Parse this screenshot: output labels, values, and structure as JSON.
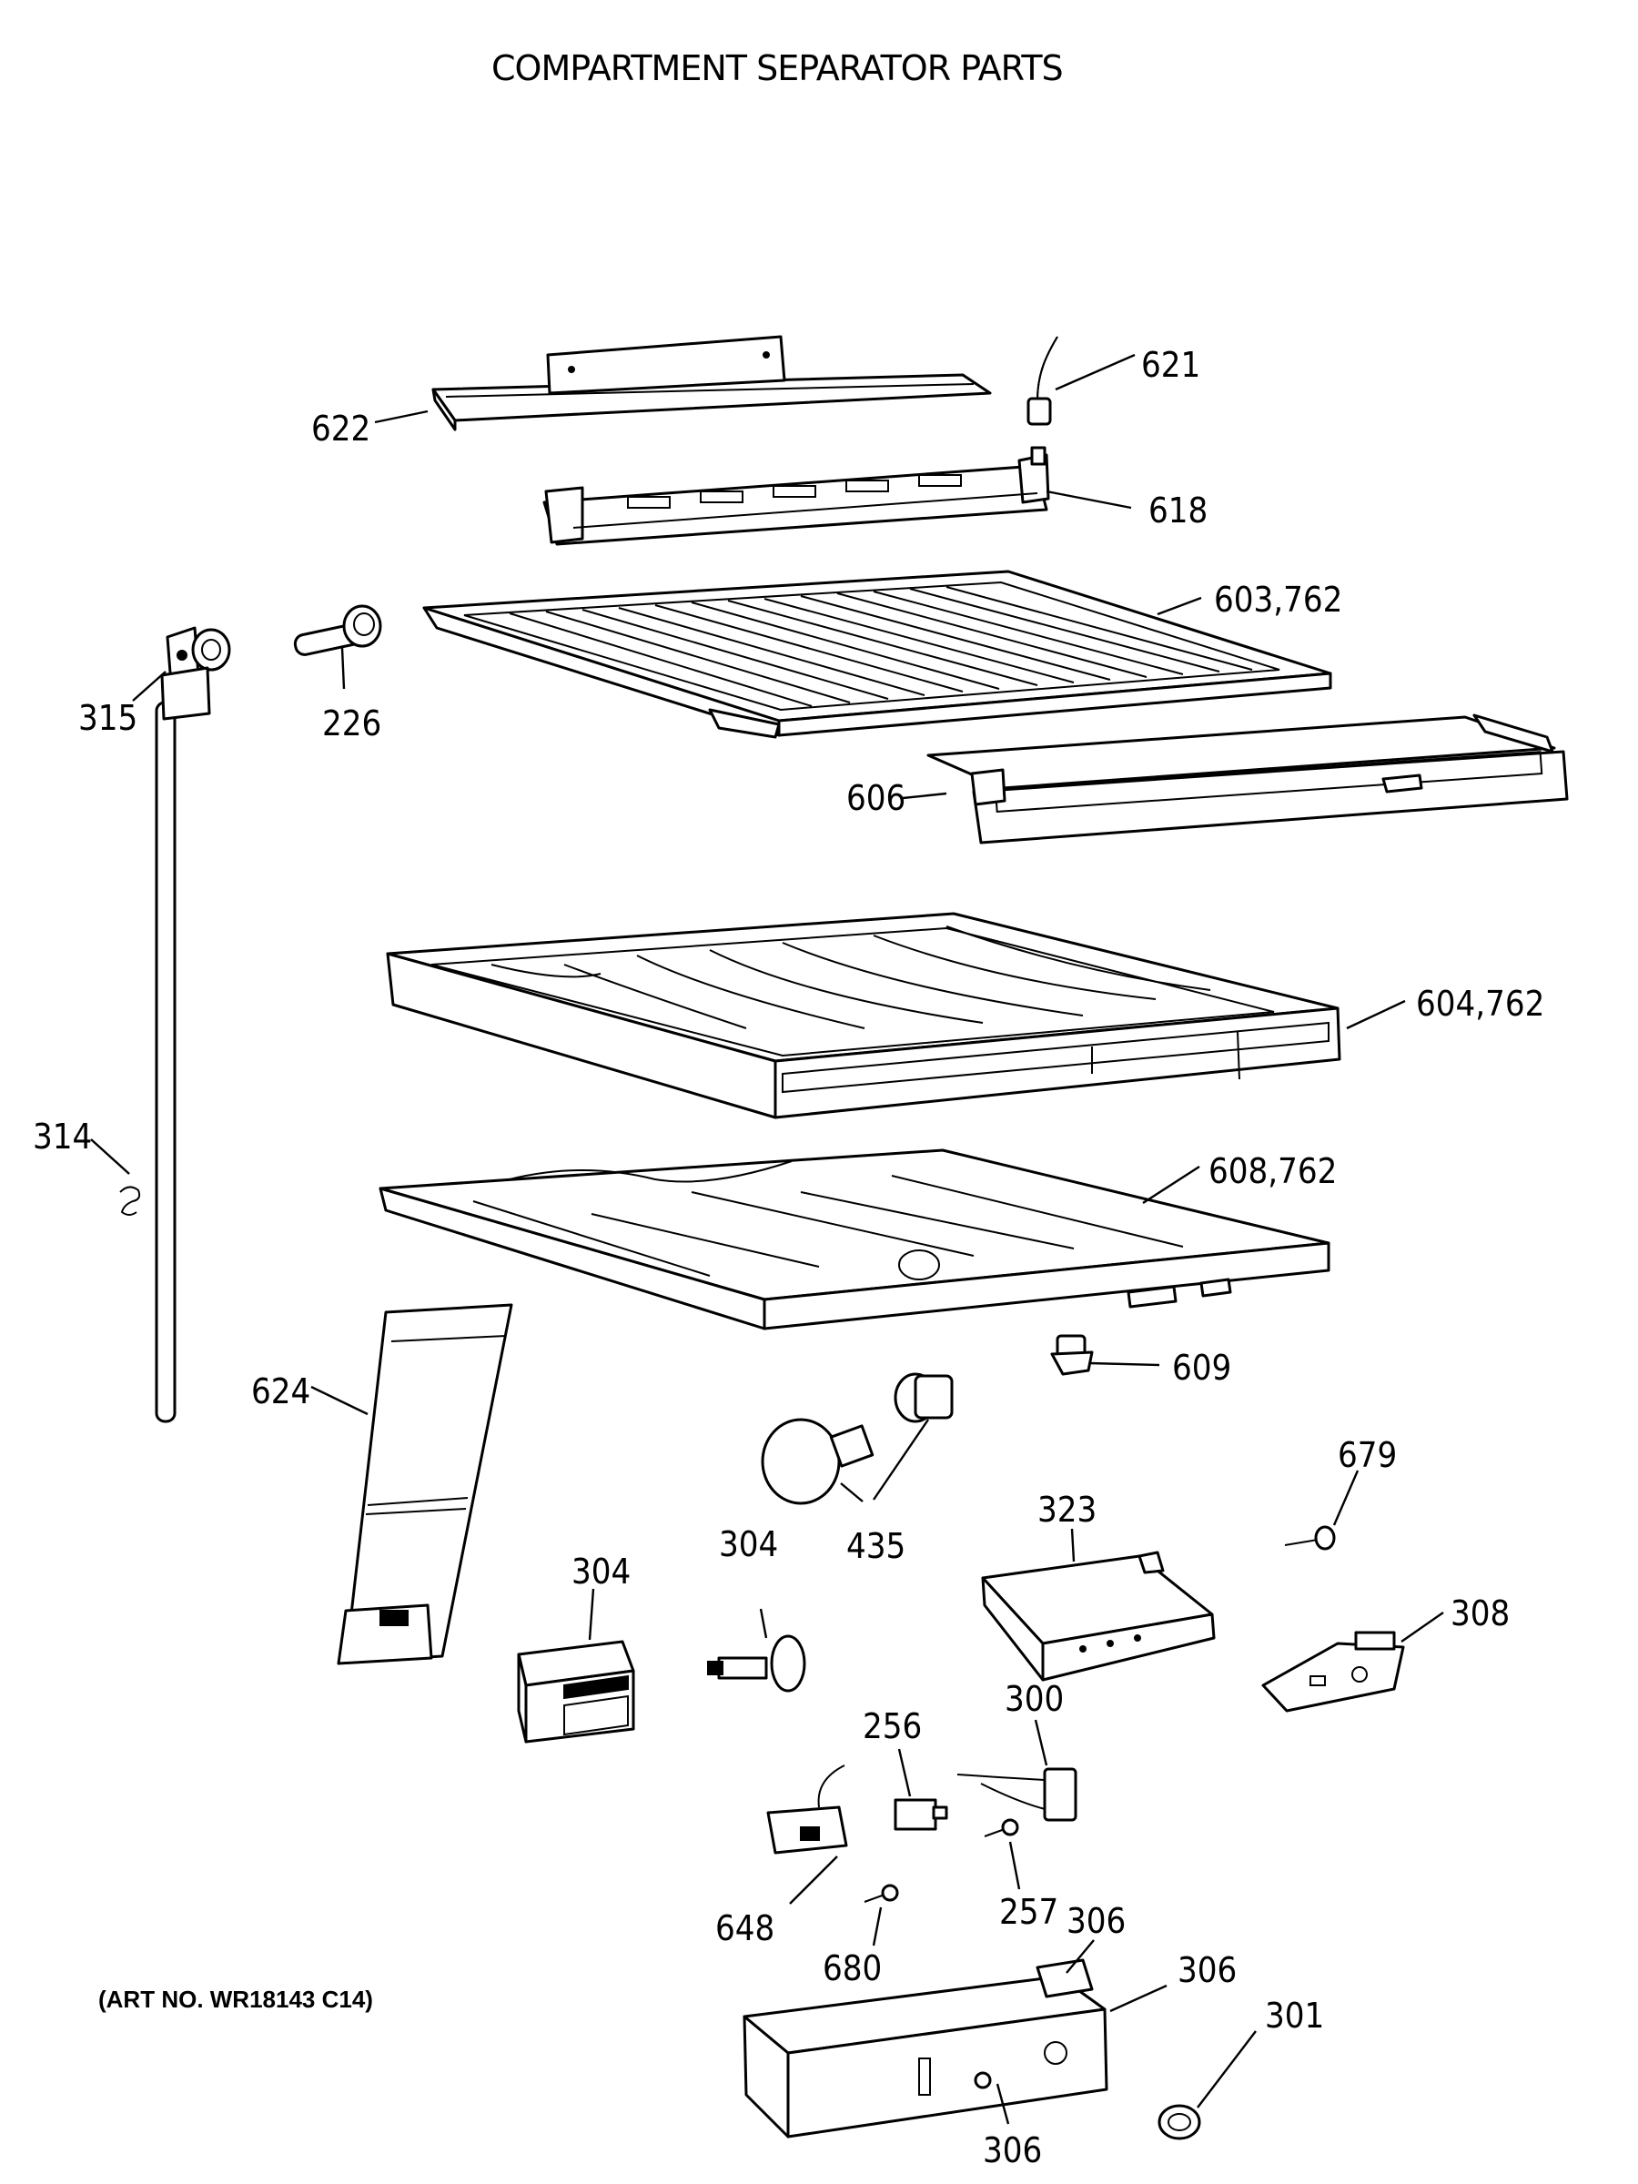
{
  "title": "COMPARTMENT SEPARATOR PARTS",
  "art_number": "(ART NO. WR18143 C14)",
  "callouts": {
    "p621": "621",
    "p622": "622",
    "p618": "618",
    "p603": "603,762",
    "p315": "315",
    "p226": "226",
    "p606": "606",
    "p604": "604,762",
    "p314": "314",
    "p608": "608,762",
    "p624": "624",
    "p609": "609",
    "p679": "679",
    "p435": "435",
    "p323": "323",
    "p304a": "304",
    "p304b": "304",
    "p308": "308",
    "p256": "256",
    "p300": "300",
    "p257": "257",
    "p648": "648",
    "p680": "680",
    "p306a": "306",
    "p306b": "306",
    "p301": "301",
    "p306c": "306"
  }
}
